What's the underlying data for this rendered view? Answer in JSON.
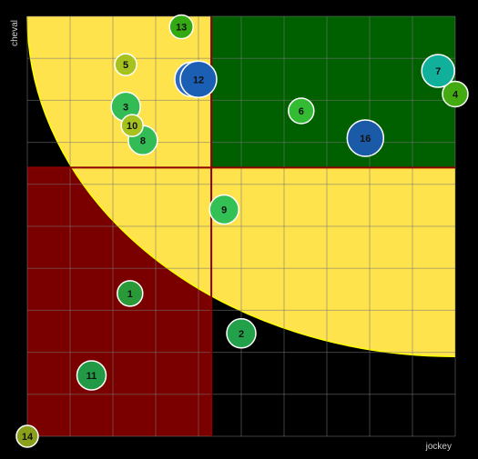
{
  "chart_data": {
    "type": "scatter",
    "xlabel": "jockey",
    "ylabel": "cheval",
    "xlim": [
      0,
      10
    ],
    "ylim": [
      0,
      10
    ],
    "grid": true,
    "background_colors": {
      "bottom_left": "#7a0000",
      "top_right": "#006000",
      "arc_fill": "#ffe34d",
      "divider": "#8b0000",
      "grid": "#777777"
    },
    "points": [
      {
        "label": "1",
        "x": 2.4,
        "y": 3.4,
        "size": 14,
        "color": "#2a9a38"
      },
      {
        "label": "2",
        "x": 5.0,
        "y": 2.45,
        "size": 16,
        "color": "#22a04a"
      },
      {
        "label": "3",
        "x": 2.3,
        "y": 7.85,
        "size": 16,
        "color": "#33bb55"
      },
      {
        "label": "4",
        "x": 10.0,
        "y": 8.15,
        "size": 14,
        "color": "#44aa11"
      },
      {
        "label": "5",
        "x": 2.3,
        "y": 8.85,
        "size": 12,
        "color": "#a6c21f"
      },
      {
        "label": "6",
        "x": 6.4,
        "y": 7.75,
        "size": 14,
        "color": "#33bb33"
      },
      {
        "label": "7",
        "x": 9.6,
        "y": 8.7,
        "size": 18,
        "color": "#10b09a"
      },
      {
        "label": "8",
        "x": 2.7,
        "y": 7.05,
        "size": 16,
        "color": "#33bb55"
      },
      {
        "label": "9",
        "x": 4.6,
        "y": 5.4,
        "size": 16,
        "color": "#33c055"
      },
      {
        "label": "10",
        "x": 2.45,
        "y": 7.4,
        "size": 12,
        "color": "#a6c21f"
      },
      {
        "label": "11",
        "x": 1.5,
        "y": 1.45,
        "size": 16,
        "color": "#229944"
      },
      {
        "label": "12",
        "x": 4.0,
        "y": 8.5,
        "size": 20,
        "color": "#1a5fb4"
      },
      {
        "label": "13",
        "x": 3.6,
        "y": 9.75,
        "size": 13,
        "color": "#33aa11"
      },
      {
        "label": "14",
        "x": 0.0,
        "y": 0.0,
        "size": 12,
        "color": "#8aa01a"
      },
      {
        "label": "16",
        "x": 7.9,
        "y": 7.1,
        "size": 20,
        "color": "#1a5aa6"
      }
    ],
    "duplicate_markers": [
      {
        "label": "",
        "x": 3.85,
        "y": 8.5,
        "size": 19,
        "color": "#2a6ac4"
      }
    ]
  }
}
